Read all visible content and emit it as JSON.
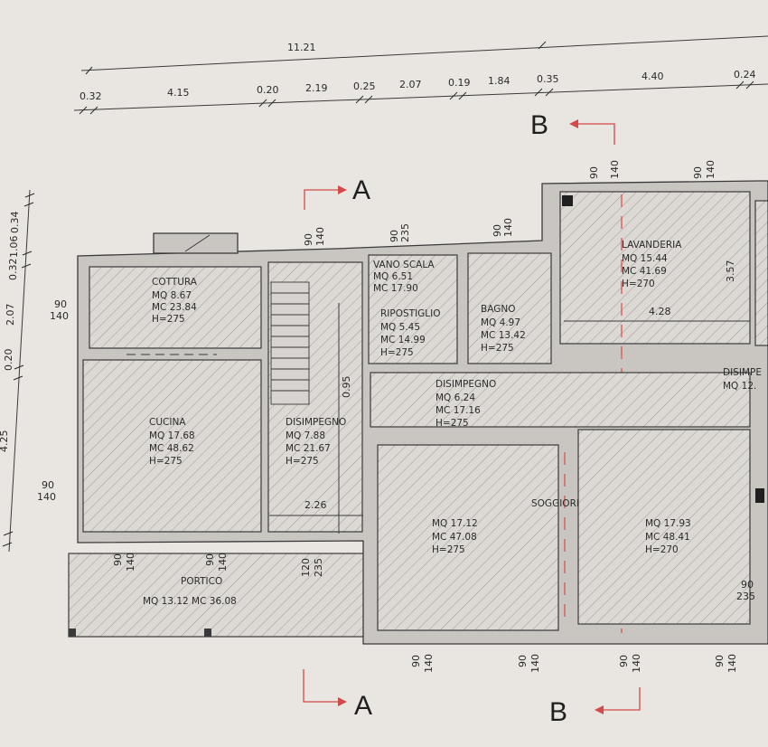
{
  "top_dimension": {
    "total": "11.21",
    "segments": [
      "0.32",
      "4.15",
      "0.20",
      "2.19",
      "0.25",
      "2.07",
      "0.19",
      "1.84",
      "0.35",
      "4.40",
      "0.24"
    ]
  },
  "left_dimension": {
    "segments": [
      "0.34",
      "1.06",
      "0.32",
      "2.07",
      "0.20",
      "4.25"
    ]
  },
  "section_marks": {
    "a_top": "A",
    "a_bottom": "A",
    "b_top": "B",
    "b_bottom": "B"
  },
  "rooms": {
    "cottura": {
      "name": "COTTURA",
      "mq": "MQ  8.67",
      "mc": "MC  23.84",
      "h": "H=275"
    },
    "cucina": {
      "name": "CUCINA",
      "mq": "MQ  17.68",
      "mc": "MC  48.62",
      "h": "H=275"
    },
    "vano_scala": {
      "name": "VANO  SCALA",
      "mq": "MQ  6.51",
      "mc": "MC  17.90"
    },
    "ripostiglio": {
      "name": "RIPOSTIGLIO",
      "mq": "MQ  5.45",
      "mc": "MC  14.99",
      "h": "H=275"
    },
    "bagno": {
      "name": "BAGNO",
      "mq": "MQ  4.97",
      "mc": "MC  13.42",
      "h": "H=275"
    },
    "lavanderia": {
      "name": "LAVANDERIA",
      "mq": "MQ  15.44",
      "mc": "MC  41.69",
      "h": "H=270"
    },
    "disimpegno_1": {
      "name": "DISIMPEGNO",
      "mq": "MQ  7.88",
      "mc": "MC  21.67",
      "h": "H=275"
    },
    "disimpegno_2": {
      "name": "DISIMPEGNO",
      "mq": "MQ  6.24",
      "mc": "MC  17.16",
      "h": "H=275"
    },
    "disimpegno_3": {
      "name": "DISIMPE",
      "mq": "MQ  12."
    },
    "soggiorno": {
      "name": "SOGGIORNO",
      "mq": "MQ  17.12",
      "mc": "MC  47.08",
      "h": "H=275"
    },
    "soggiorno_right": {
      "mq": "MQ  17.93",
      "mc": "MC  48.41",
      "h": "H=270"
    },
    "portico": {
      "name": "PORTICO",
      "values": "MQ  13.12      MC  36.08"
    }
  },
  "interior_dims": {
    "lav_width": "4.28",
    "lav_height": "3.57",
    "disimp_width": "2.26",
    "stair_dim": "0.95"
  },
  "openings": {
    "w_90": "90",
    "w_140": "140",
    "w_120": "120",
    "w_235": "235"
  }
}
